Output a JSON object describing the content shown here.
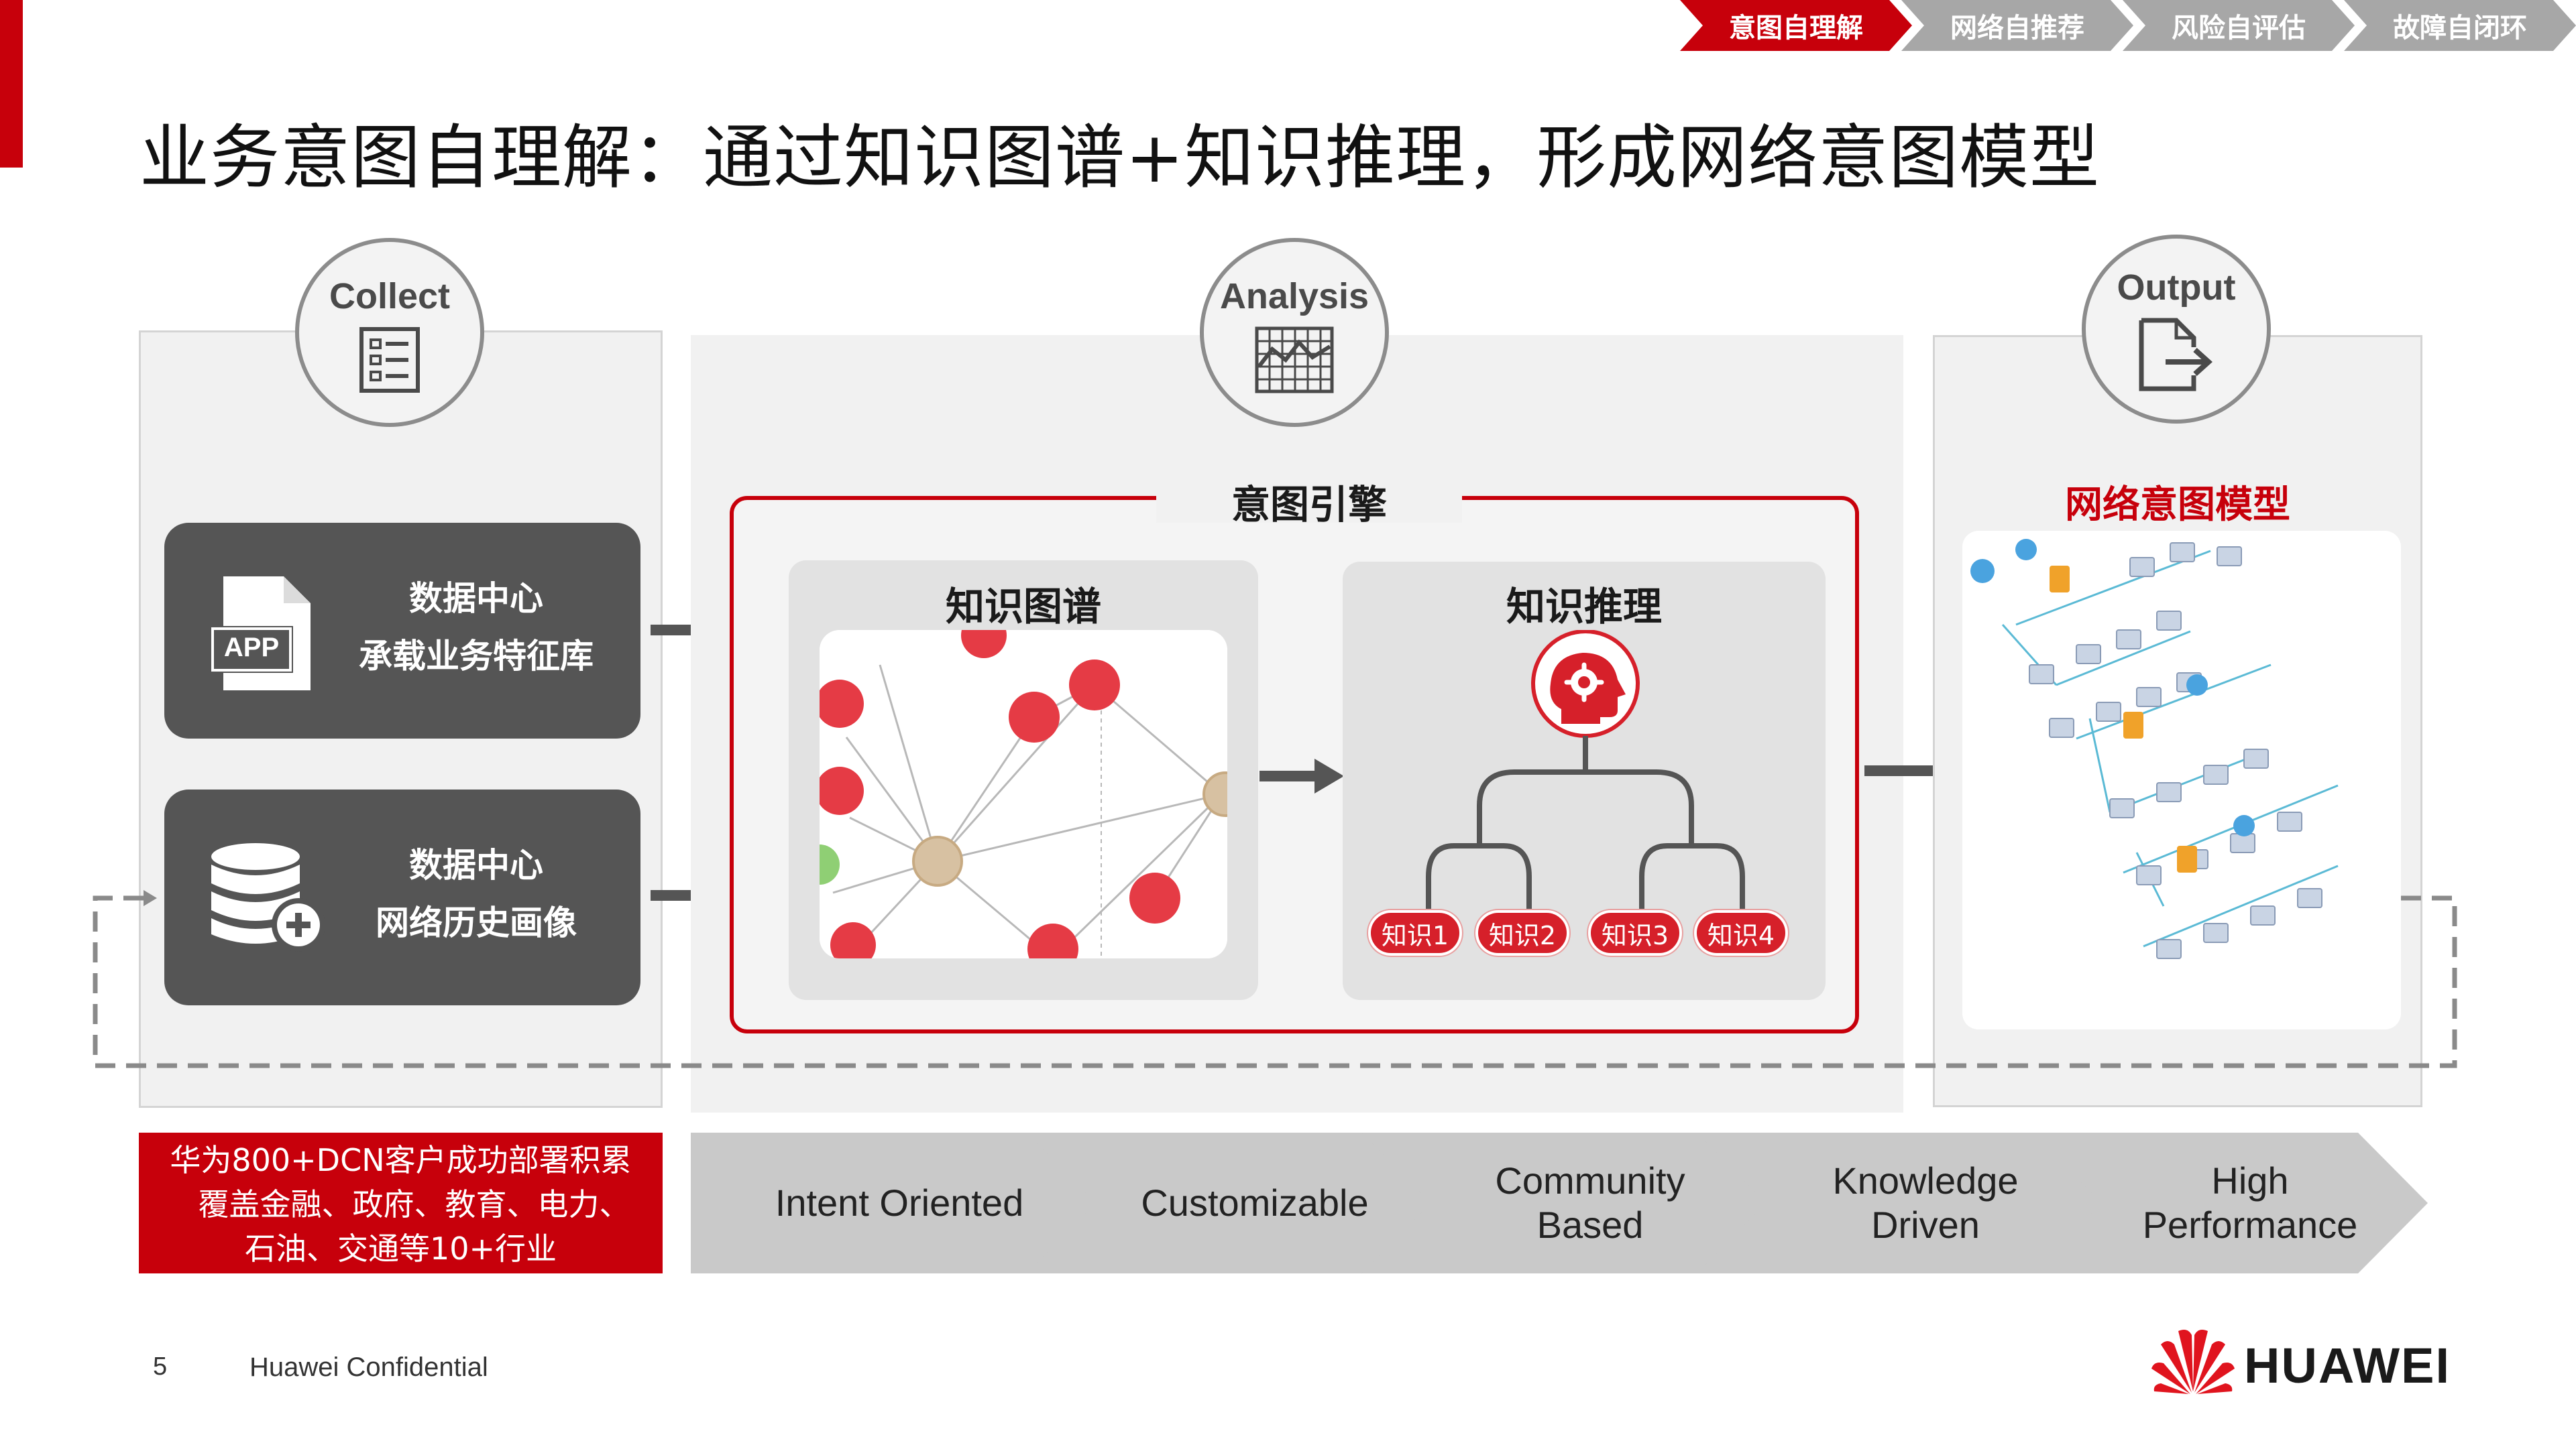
{
  "breadcrumb": [
    {
      "label": "意图自理解",
      "active": true
    },
    {
      "label": "网络自推荐",
      "active": false
    },
    {
      "label": "风险自评估",
      "active": false
    },
    {
      "label": "故障自闭环",
      "active": false
    }
  ],
  "title": "业务意图自理解：通过知识图谱+知识推理，形成网络意图模型",
  "stages": {
    "collect": "Collect",
    "analysis": "Analysis",
    "output": "Output"
  },
  "collect_cards": [
    {
      "icon": "app-file-icon",
      "icon_text": "APP",
      "line1": "数据中心",
      "line2": "承载业务特征库"
    },
    {
      "icon": "database-add-icon",
      "line1": "数据中心",
      "line2": "网络历史画像"
    }
  ],
  "engine": {
    "title": "意图引擎",
    "knowledge_graph": {
      "title": "知识图谱"
    },
    "knowledge_reasoning": {
      "title": "知识推理",
      "leaves": [
        "知识1",
        "知识2",
        "知识3",
        "知识4"
      ]
    }
  },
  "output": {
    "title": "网络意图模型"
  },
  "note": {
    "line1": "华为800+DCN客户成功部署积累",
    "line2": "覆盖金融、政府、教育、电力、",
    "line3": "石油、交通等10+行业"
  },
  "features": [
    {
      "line1": "Intent Oriented",
      "line2": ""
    },
    {
      "line1": "Customizable",
      "line2": ""
    },
    {
      "line1": "Community",
      "line2": "Based"
    },
    {
      "line1": "Knowledge",
      "line2": "Driven"
    },
    {
      "line1": "High",
      "line2": "Performance"
    }
  ],
  "footer": {
    "page_number": "5",
    "confidential": "Huawei Confidential",
    "logo": "HUAWEI"
  },
  "colors": {
    "brand_red": "#c7000b",
    "panel_gray": "#f1f1f1",
    "card_dark": "#555555",
    "feature_gray": "#c9c9c9"
  }
}
